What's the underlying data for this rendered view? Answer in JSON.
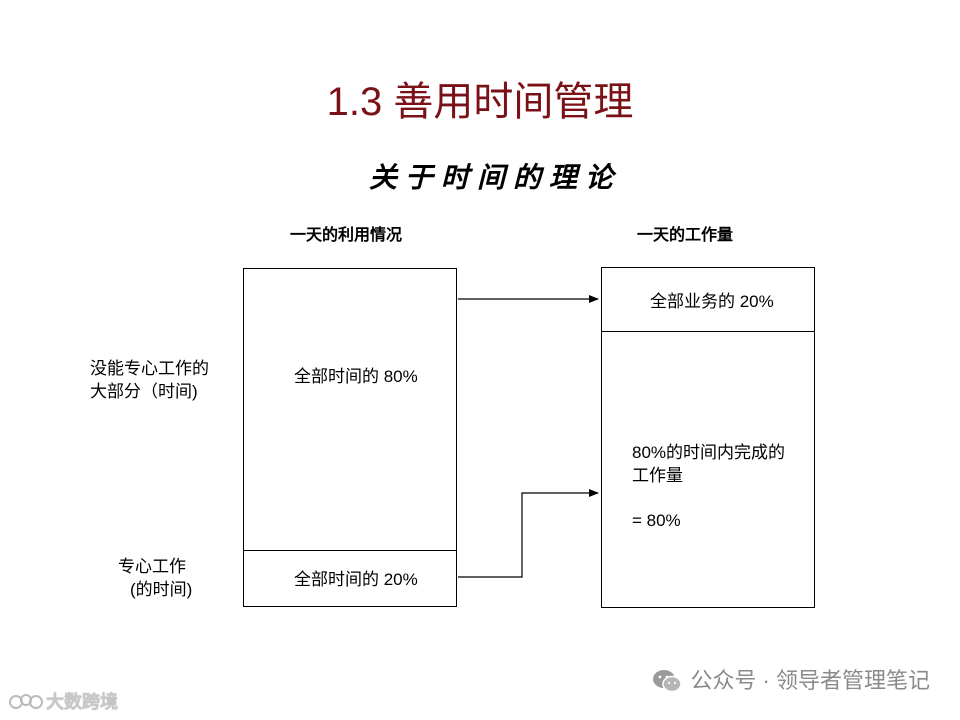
{
  "title": "1.3  善用时间管理",
  "subtitle": "关于时间的理论",
  "left_column": {
    "heading": "一天的利用情况",
    "top_text": "全部时间的 80%",
    "bottom_text": "全部时间的 20%"
  },
  "right_column": {
    "heading": "一天的工作量",
    "top_text": "全部业务的 20%",
    "bottom_line1": "80%的时间内完成的",
    "bottom_line2": "工作量",
    "bottom_line3": "= 80%"
  },
  "side_labels": {
    "unfocused_line1": "没能专心工作的",
    "unfocused_line2": "大部分（时间)",
    "focused_line1": "专心工作",
    "focused_line2": "(的时间)"
  },
  "watermark": {
    "icon": "wechat-icon",
    "text": "公众号 · 领导者管理笔记"
  },
  "logo": {
    "text": "大数跨境"
  },
  "colors": {
    "title": "#7a1116",
    "watermark": "#8a8a8a"
  }
}
